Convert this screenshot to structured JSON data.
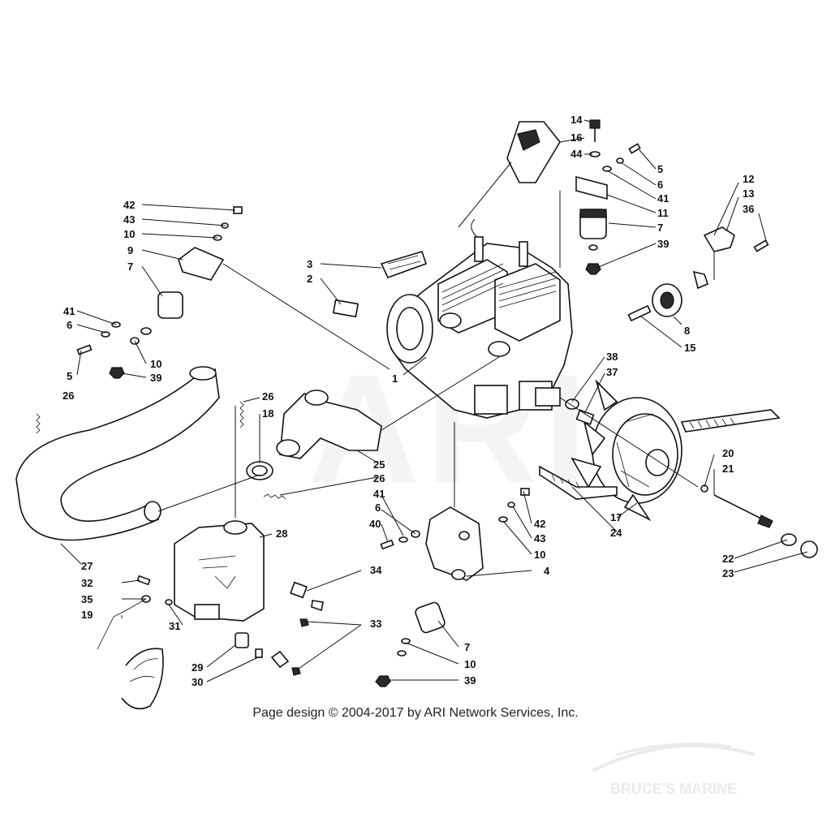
{
  "diagram": {
    "credit": "Page design © 2004-2017 by ARI Network Services, Inc.",
    "watermark": "ARI",
    "logo_text": "BRUCE'S MARINE",
    "callouts": {
      "c14": "14",
      "c16": "16",
      "c44": "44",
      "c5a": "5",
      "c6a": "6",
      "c41a": "41",
      "c11": "11",
      "c7a": "7",
      "c39a": "39",
      "c12": "12",
      "c13": "13",
      "c36": "36",
      "c42a": "42",
      "c43a": "43",
      "c10a": "10",
      "c9": "9",
      "c7b": "7",
      "c41b": "41",
      "c6b": "6",
      "c5b": "5",
      "c10b": "10",
      "c39b": "39",
      "c3": "3",
      "c2": "2",
      "c1": "1",
      "c8": "8",
      "c15": "15",
      "c38": "38",
      "c37": "37",
      "c26a": "26",
      "c26b": "26",
      "c18": "18",
      "c25": "25",
      "c26c": "26",
      "c20": "20",
      "c21": "21",
      "c17": "17",
      "c24": "24",
      "c22": "22",
      "c23": "23",
      "c27": "27",
      "c41c": "41",
      "c6c": "6",
      "c40": "40",
      "c42b": "42",
      "c43b": "43",
      "c10c": "10",
      "c4": "4",
      "c28": "28",
      "c32": "32",
      "c35": "35",
      "c19": "19",
      "c31": "31",
      "c34": "34",
      "c33": "33",
      "c29": "29",
      "c30": "30",
      "c7c": "7",
      "c10d": "10",
      "c39c": "39"
    }
  }
}
